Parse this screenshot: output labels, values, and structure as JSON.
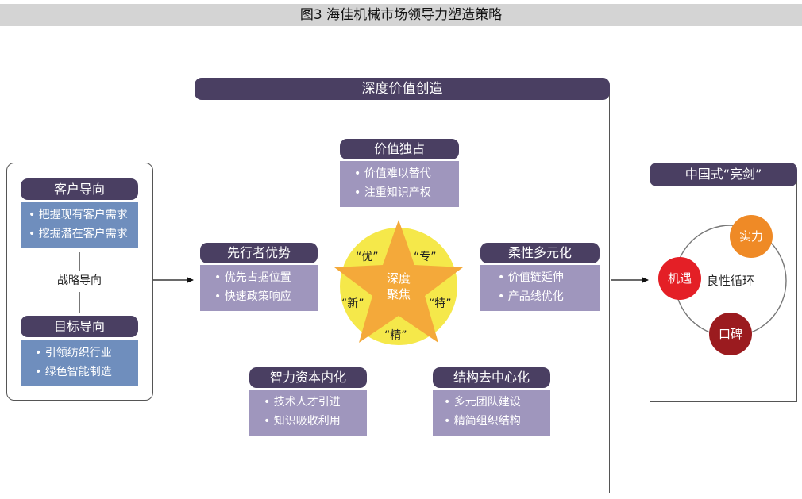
{
  "title": "图3 海佳机械市场领导力塑造策略",
  "left_panel": {
    "customer": {
      "header": "客户导向",
      "items": [
        "把握现有客户需求",
        "挖掘潜在客户需求"
      ]
    },
    "middle_label": "战略导向",
    "goal": {
      "header": "目标导向",
      "items": [
        "引领纺织行业",
        "绿色智能制造"
      ]
    }
  },
  "center": {
    "header": "深度价值创造",
    "value_monopoly": {
      "header": "价值独占",
      "items": [
        "价值难以替代",
        "注重知识产权"
      ]
    },
    "flexible": {
      "header": "柔性多元化",
      "items": [
        "价值链延伸",
        "产品线优化"
      ]
    },
    "decentral": {
      "header": "结构去中心化",
      "items": [
        "多元团队建设",
        "精简组织结构"
      ]
    },
    "intel_capital": {
      "header": "智力资本内化",
      "items": [
        "技术人才引进",
        "知识吸收利用"
      ]
    },
    "first_mover": {
      "header": "先行者优势",
      "items": [
        "优先占据位置",
        "快速政策响应"
      ]
    },
    "star": {
      "center_line1": "深度",
      "center_line2": "聚焦",
      "you": "“优”",
      "zhuan": "“专”",
      "xin": "“新”",
      "te": "“特”",
      "jing": "“精”"
    }
  },
  "right_panel": {
    "header": "中国式“亮剑”",
    "center_label": "良性循环",
    "strength": "实力",
    "opportunity": "机遇",
    "reputation": "口碑",
    "colors": {
      "strength": "#ef8a26",
      "opportunity": "#e41f26",
      "reputation": "#9b1b1f"
    }
  },
  "bullet": "•"
}
